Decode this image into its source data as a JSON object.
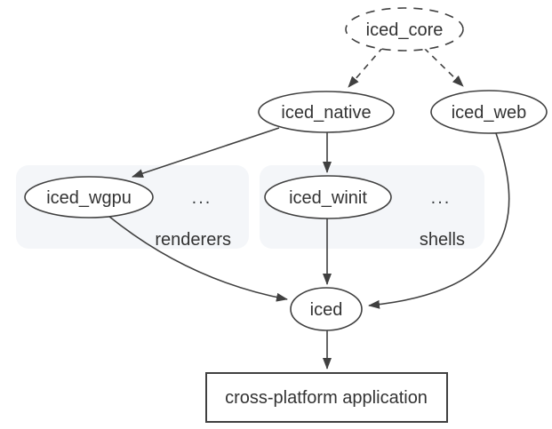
{
  "diagram": {
    "nodes": {
      "iced_core": {
        "label": "iced_core",
        "shape": "ellipse-dashed"
      },
      "iced_native": {
        "label": "iced_native",
        "shape": "ellipse"
      },
      "iced_web": {
        "label": "iced_web",
        "shape": "ellipse"
      },
      "iced_wgpu": {
        "label": "iced_wgpu",
        "shape": "ellipse"
      },
      "iced_winit": {
        "label": "iced_winit",
        "shape": "ellipse"
      },
      "iced": {
        "label": "iced",
        "shape": "ellipse"
      },
      "application": {
        "label": "cross-platform application",
        "shape": "rect"
      }
    },
    "groups": {
      "renderers": {
        "label": "renderers",
        "ellipsis": "...",
        "members": [
          "iced_wgpu"
        ]
      },
      "shells": {
        "label": "shells",
        "ellipsis": "...",
        "members": [
          "iced_winit"
        ]
      }
    },
    "edges": [
      {
        "from": "iced_core",
        "to": "iced_native",
        "style": "dashed"
      },
      {
        "from": "iced_core",
        "to": "iced_web",
        "style": "dashed"
      },
      {
        "from": "iced_native",
        "to": "iced_wgpu",
        "style": "solid"
      },
      {
        "from": "iced_native",
        "to": "iced_winit",
        "style": "solid"
      },
      {
        "from": "iced_wgpu",
        "to": "iced",
        "style": "solid"
      },
      {
        "from": "iced_winit",
        "to": "iced",
        "style": "solid"
      },
      {
        "from": "iced_web",
        "to": "iced",
        "style": "solid"
      },
      {
        "from": "iced",
        "to": "application",
        "style": "solid"
      }
    ],
    "colors": {
      "line": "#404040",
      "text": "#333333",
      "accent_blue": "#1a73e8",
      "group_bg": "#f4f6f9",
      "node_bg": "#ffffff",
      "page_bg": "#ffffff"
    }
  }
}
